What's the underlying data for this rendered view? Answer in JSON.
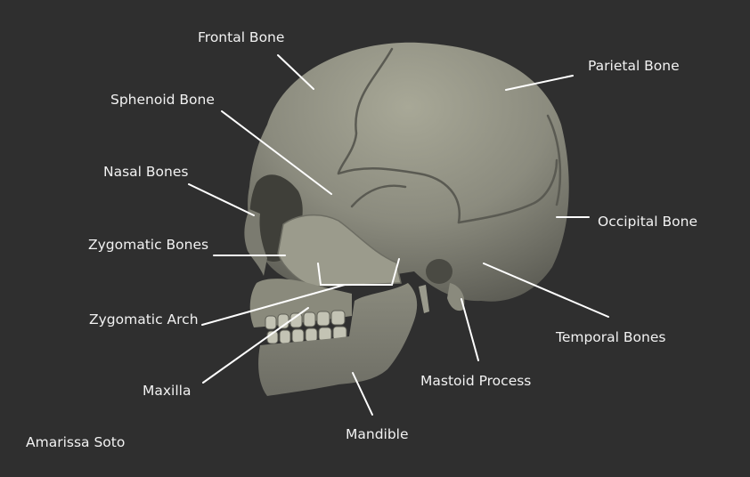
{
  "labels": {
    "frontal": "Frontal Bone",
    "parietal": "Parietal Bone",
    "sphenoid": "Sphenoid Bone",
    "nasal": "Nasal Bones",
    "occipital": "Occipital Bone",
    "zygomatic_bones": "Zygomatic Bones",
    "zygomatic_arch": "Zygomatic Arch",
    "temporal": "Temporal Bones",
    "maxilla": "Maxilla",
    "mastoid": "Mastoid Process",
    "mandible": "Mandible"
  },
  "credit": "Amarissa Soto",
  "colors": {
    "background": "#2f2f2f",
    "bone": "#8f8f82",
    "leader_lines": "#ffffff",
    "text": "#f2f2f2"
  }
}
